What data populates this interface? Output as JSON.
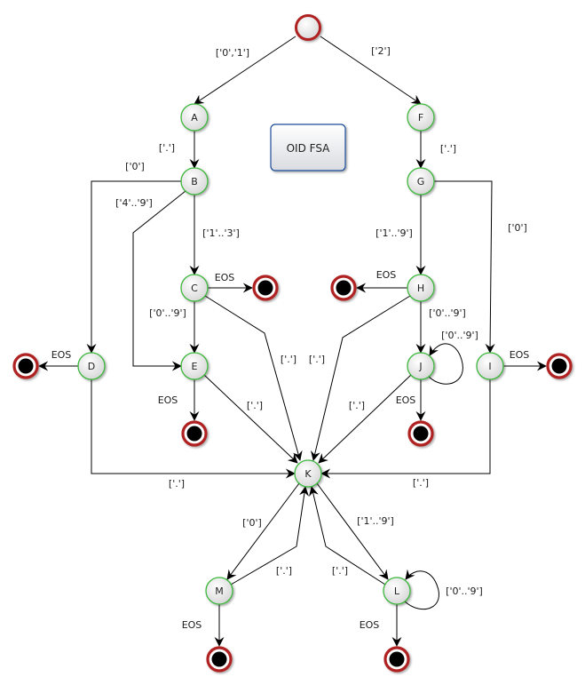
{
  "title": "OID FSA",
  "colors": {
    "state_border": "#3cb83c",
    "start_border": "#b02020",
    "final_border": "#b02020",
    "final_fill": "#000000",
    "box_border": "#1f4e9a",
    "edge": "#000000"
  },
  "nodes": [
    {
      "id": "start",
      "label": "",
      "type": "start"
    },
    {
      "id": "A",
      "label": "A",
      "type": "state"
    },
    {
      "id": "B",
      "label": "B",
      "type": "state"
    },
    {
      "id": "C",
      "label": "C",
      "type": "state"
    },
    {
      "id": "D",
      "label": "D",
      "type": "state"
    },
    {
      "id": "E",
      "label": "E",
      "type": "state"
    },
    {
      "id": "F",
      "label": "F",
      "type": "state"
    },
    {
      "id": "G",
      "label": "G",
      "type": "state"
    },
    {
      "id": "H",
      "label": "H",
      "type": "state"
    },
    {
      "id": "I",
      "label": "I",
      "type": "state"
    },
    {
      "id": "J",
      "label": "J",
      "type": "state"
    },
    {
      "id": "K",
      "label": "K",
      "type": "state"
    },
    {
      "id": "L",
      "label": "L",
      "type": "state"
    },
    {
      "id": "M",
      "label": "M",
      "type": "state"
    },
    {
      "id": "fC",
      "label": "",
      "type": "final"
    },
    {
      "id": "fD",
      "label": "",
      "type": "final"
    },
    {
      "id": "fE",
      "label": "",
      "type": "final"
    },
    {
      "id": "fH",
      "label": "",
      "type": "final"
    },
    {
      "id": "fI",
      "label": "",
      "type": "final"
    },
    {
      "id": "fJ",
      "label": "",
      "type": "final"
    },
    {
      "id": "fL",
      "label": "",
      "type": "final"
    },
    {
      "id": "fM",
      "label": "",
      "type": "final"
    }
  ],
  "edges": [
    {
      "from": "start",
      "to": "A",
      "label": "['0','1']"
    },
    {
      "from": "start",
      "to": "F",
      "label": "['2']"
    },
    {
      "from": "A",
      "to": "B",
      "label": "['.']"
    },
    {
      "from": "B",
      "to": "D",
      "label": "['0']"
    },
    {
      "from": "B",
      "to": "E",
      "label": "['4'..'9']"
    },
    {
      "from": "B",
      "to": "C",
      "label": "['1'..'3']"
    },
    {
      "from": "C",
      "to": "fC",
      "label": "EOS"
    },
    {
      "from": "C",
      "to": "E",
      "label": "['0'..'9']"
    },
    {
      "from": "C",
      "to": "K",
      "label": "['.']"
    },
    {
      "from": "D",
      "to": "fD",
      "label": "EOS"
    },
    {
      "from": "D",
      "to": "K",
      "label": "['.']"
    },
    {
      "from": "E",
      "to": "fE",
      "label": "EOS"
    },
    {
      "from": "E",
      "to": "K",
      "label": "['.']"
    },
    {
      "from": "F",
      "to": "G",
      "label": "['.']"
    },
    {
      "from": "G",
      "to": "H",
      "label": "['1'..'9']"
    },
    {
      "from": "G",
      "to": "I",
      "label": "['0']"
    },
    {
      "from": "H",
      "to": "fH",
      "label": "EOS"
    },
    {
      "from": "H",
      "to": "J",
      "label": "['0'..'9']"
    },
    {
      "from": "H",
      "to": "K",
      "label": "['.']"
    },
    {
      "from": "J",
      "to": "J",
      "label": "['0'..'9']"
    },
    {
      "from": "J",
      "to": "fJ",
      "label": "EOS"
    },
    {
      "from": "J",
      "to": "K",
      "label": "['.']"
    },
    {
      "from": "I",
      "to": "fI",
      "label": "EOS"
    },
    {
      "from": "I",
      "to": "K",
      "label": "['.']"
    },
    {
      "from": "K",
      "to": "M",
      "label": "['0']"
    },
    {
      "from": "K",
      "to": "L",
      "label": "['1'..'9']"
    },
    {
      "from": "M",
      "to": "K",
      "label": "['.']"
    },
    {
      "from": "M",
      "to": "fM",
      "label": "EOS"
    },
    {
      "from": "L",
      "to": "K",
      "label": "['.']"
    },
    {
      "from": "L",
      "to": "L",
      "label": "['0'..'9']"
    },
    {
      "from": "L",
      "to": "fL",
      "label": "EOS"
    }
  ]
}
